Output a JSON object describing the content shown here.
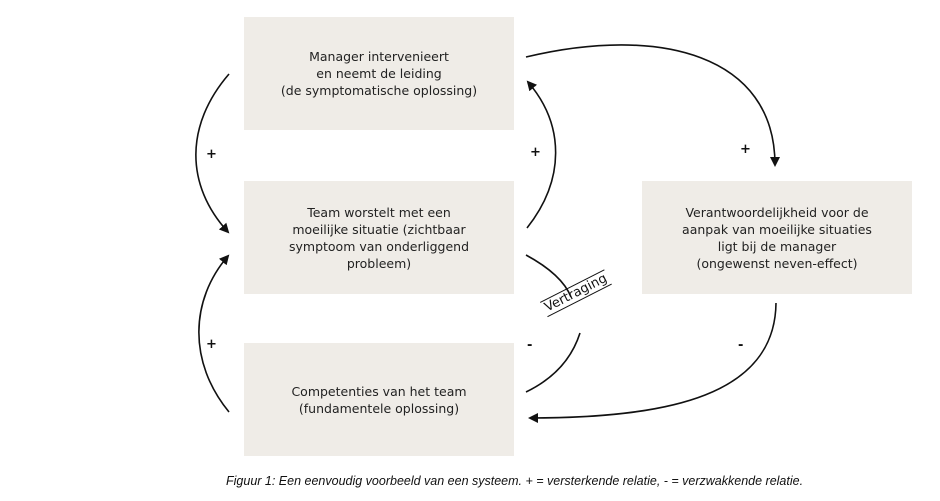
{
  "nodes": {
    "manager": "Manager intervenieert\nen neemt de leiding\n(de symptomatische oplossing)",
    "team": "Team worstelt met een\nmoeilijke situatie (zichtbaar\nsymptoom van onderliggend\nprobleem)",
    "responsibility": "Verantwoordelijkheid voor de\naanpak van moeilijke situaties\nligt bij de manager\n(ongewenst neven-effect)",
    "competencies": "Competenties van het team\n(fundamentele oplossing)"
  },
  "links": [
    {
      "from": "manager",
      "to": "team",
      "sign": "+"
    },
    {
      "from": "team",
      "to": "manager",
      "sign": "+"
    },
    {
      "from": "manager",
      "to": "responsibility",
      "sign": "+"
    },
    {
      "from": "responsibility",
      "to": "competencies",
      "sign": "-"
    },
    {
      "from": "team",
      "to": "competencies",
      "sign": "-",
      "delay": true
    },
    {
      "from": "competencies",
      "to": "team",
      "sign": "+"
    }
  ],
  "delay_label": "Vertraging",
  "caption": "Figuur 1: Een eenvoudig voorbeeld van een systeem. + = versterkende relatie, - = verzwakkende relatie.",
  "colors": {
    "box_fill": "#efece7",
    "line": "#111111"
  }
}
